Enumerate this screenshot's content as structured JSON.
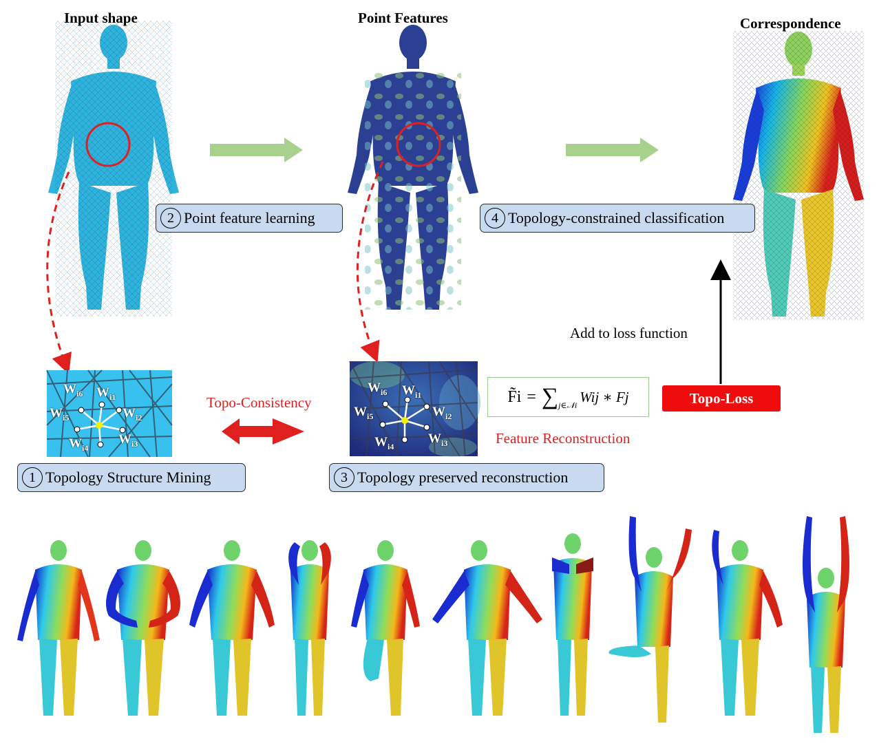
{
  "titles": {
    "input_shape": "Input shape",
    "point_features": "Point Features",
    "correspondence": "Correspondence"
  },
  "steps": [
    {
      "num": "2",
      "label": "Point feature learning"
    },
    {
      "num": "4",
      "label": "Topology-constrained classification"
    },
    {
      "num": "1",
      "label": "Topology Structure Mining"
    },
    {
      "num": "3",
      "label": "Topology preserved reconstruction"
    }
  ],
  "labels": {
    "topo_consistency": "Topo-Consistency",
    "feature_reconstruction": "Feature Reconstruction",
    "add_to_loss": "Add to loss function",
    "topo_loss": "Topo-Loss"
  },
  "formula": {
    "lhs": "F̃i",
    "eq": "=",
    "sum": "∑",
    "sub": "j∈𝒩i",
    "rhs": "Wij ∗ Fj"
  },
  "weights": [
    "Wi6",
    "Wi1",
    "Wi5",
    "Wi2",
    "Wi4",
    "Wi3"
  ],
  "colors": {
    "step_fill": "#c7daf0",
    "green_arrow": "#a9d18e",
    "red": "#e01f1f",
    "topo_loss_fill": "#ef0c0c",
    "mesh_blue": "#2fb2dc",
    "feature_blue": "#2b3f93"
  }
}
